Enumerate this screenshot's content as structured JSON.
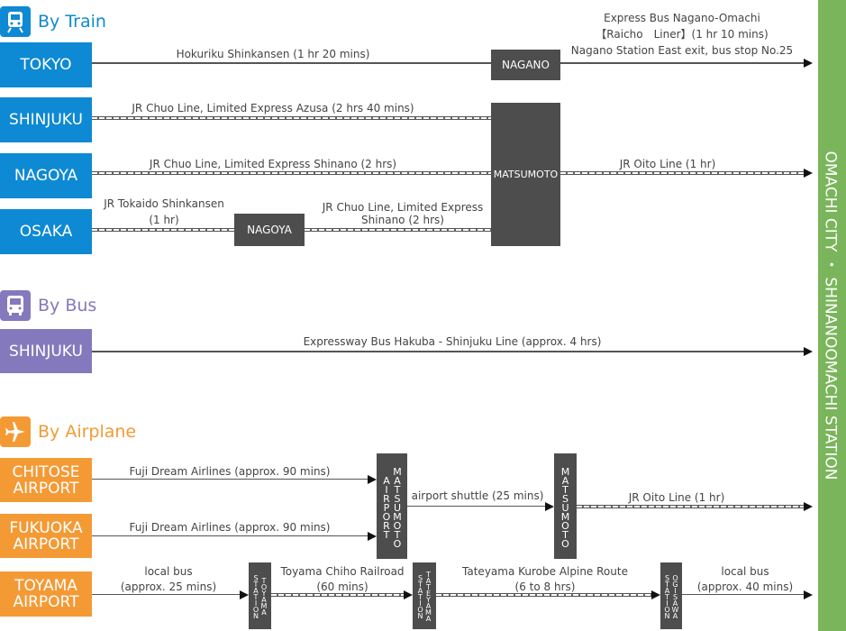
{
  "sections": {
    "train": "By Train",
    "bus": "By Bus",
    "airplane": "By Airplane"
  },
  "icons": {
    "train": "train-icon",
    "bus": "bus-icon",
    "airplane": "airplane-icon"
  },
  "colors": {
    "train": "#0e89d3",
    "bus": "#8579bd",
    "airplane": "#f49a35",
    "destination": "#7ab55c",
    "station": "#4d4d4d"
  },
  "destination": "OMACHI CITY ・ SHINANOOMACHI STATION",
  "train": {
    "origins": [
      "TOKYO",
      "SHINJUKU",
      "NAGOYA",
      "OSAKA"
    ],
    "stations": {
      "nagano": "NAGANO",
      "matsumoto": "MATSUMOTO",
      "nagoya": "NAGOYA"
    },
    "routes": {
      "tokyo": "Hokuriku Shinkansen (1 hr 20 mins)",
      "nagano_l1": "Express Bus Nagano-Omachi",
      "nagano_l2": "【Raicho　Liner】(1 hr 10 mins)",
      "nagano_l3": "Nagano Station East exit, bus stop No.25",
      "shinjuku": "JR Chuo Line, Limited Express Azusa (2 hrs 40 mins)",
      "nagoya": "JR Chuo Line, Limited Express Shinano (2 hrs)",
      "oito": "JR Oito Line (1 hr)",
      "osaka_l1": "JR Tokaido Shinkansen",
      "osaka_l2": "(1 hr)",
      "nagoya2_l1": "JR Chuo Line, Limited Express",
      "nagoya2_l2": "Shinano (2 hrs)"
    }
  },
  "bus": {
    "origin": "SHINJUKU",
    "route": "Expressway Bus Hakuba - Shinjuku Line (approx. 4 hrs)"
  },
  "airplane": {
    "origins": [
      {
        "l1": "CHITOSE",
        "l2": "AIRPORT"
      },
      {
        "l1": "FUKUOKA",
        "l2": "AIRPORT"
      },
      {
        "l1": "TOYAMA",
        "l2": "AIRPORT"
      }
    ],
    "routes": {
      "chitose": "Fuji Dream Airlines (approx. 90 mins)",
      "fukuoka": "Fuji Dream Airlines (approx. 90 mins)",
      "shuttle": "airport shuttle (25 mins)",
      "oito": "JR Oito Line (1 hr)",
      "bus1_l1": "local bus",
      "bus1_l2": "(approx. 25 mins)",
      "chiho_l1": "Toyama Chiho Railroad",
      "chiho_l2": "(60 mins)",
      "alpine_l1": "Tateyama Kurobe Alpine Route",
      "alpine_l2": "(6 to 8 hrs)",
      "bus2_l1": "local bus",
      "bus2_l2": "(approx. 40 mins)"
    },
    "stations": {
      "airport_a": "AIRPORT",
      "airport_b": "MATSUMOTO",
      "matsumoto": "MATSUMOTO",
      "toyama_a": "STATION",
      "toyama_b": "TOYAMA",
      "tateyama_a": "STATION",
      "tateyama_b": "TATEYAMA",
      "ogisawa_a": "STATION",
      "ogisawa_b": "OGISAWA"
    }
  }
}
